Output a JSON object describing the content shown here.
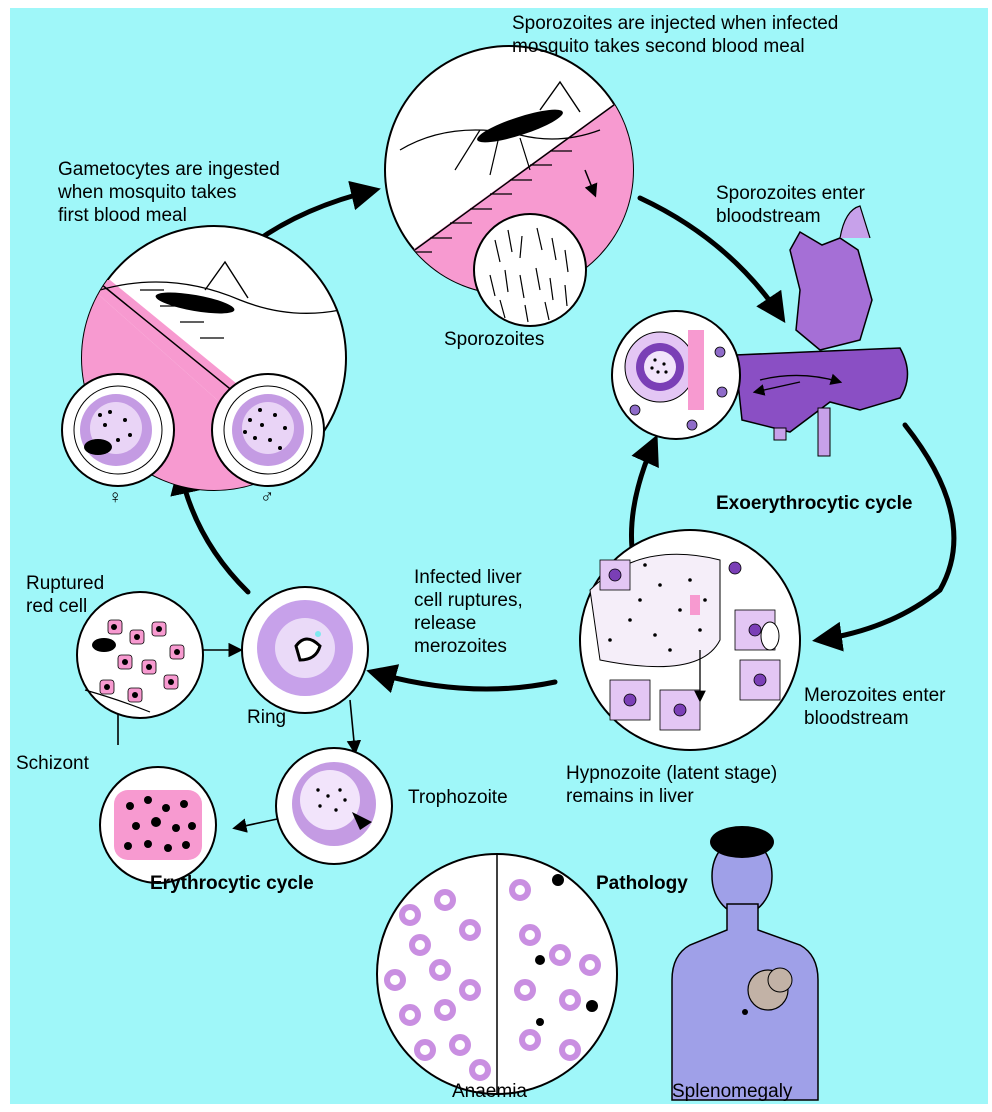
{
  "labels": {
    "sporozoites_injected": "Sporozoites are injected when infected\nmosquito takes second blood meal",
    "gametocytes_ingested": "Gametocytes are ingested\nwhen mosquito takes\nfirst blood meal",
    "sporozoites_enter": "Sporozoites enter\nbloodstream",
    "sporozoites": "Sporozoites",
    "female_symbol": "♀",
    "male_symbol": "♂",
    "exoerythrocytic_cycle": "Exoerythrocytic cycle",
    "ruptured_red_cell": "Ruptured\nred cell",
    "infected_liver_cell": "Infected liver\ncell ruptures,\nrelease\nmerozoites",
    "ring": "Ring",
    "merozoites_enter": "Merozoites enter\nbloodstream",
    "schizont": "Schizont",
    "trophozoite": "Trophozoite",
    "hypnozoite": "Hypnozoite (latent stage)\nremains in liver",
    "erythrocytic_cycle": "Erythrocytic cycle",
    "pathology": "Pathology",
    "anaemia": "Anaemia",
    "splenomegaly": "Splenomegaly"
  },
  "colors": {
    "background": "#9ff7f9",
    "pink": "#f79ad0",
    "purple": "#b48ed8",
    "liver_purple": "#8a4fc4",
    "body_blue": "#9fa0e8",
    "dark": "#000000"
  }
}
